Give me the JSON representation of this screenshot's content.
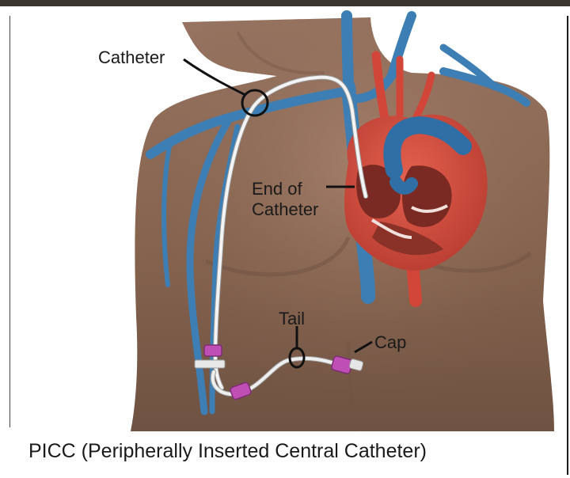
{
  "diagram": {
    "labels": {
      "catheter": "Catheter",
      "end_line1": "End of",
      "end_line2": "Catheter",
      "tail": "Tail",
      "cap": "Cap"
    },
    "caption": "PICC (Peripherally Inserted Central Catheter)"
  },
  "colors": {
    "skin": "#8c6a57",
    "skin_shadow": "#6f5242",
    "vein": "#3d7fb4",
    "vein_dark": "#2c6592",
    "artery": "#d2463a",
    "heart": "#cf4a3b",
    "heart_inner": "#7a2a22",
    "catheter": "#f2f2f2",
    "hub": "#c04fb5"
  }
}
